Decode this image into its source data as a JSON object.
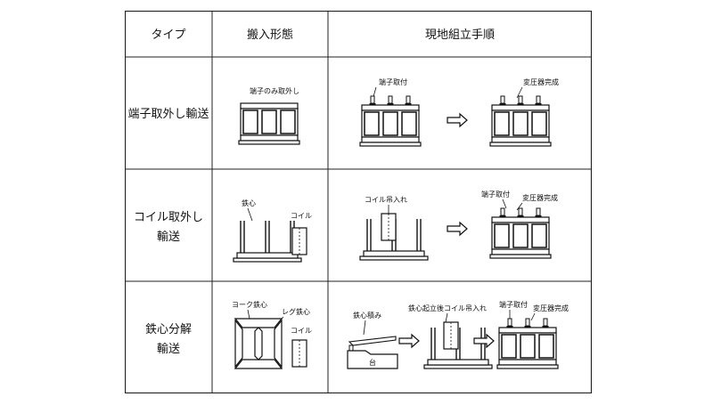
{
  "table": {
    "headers": {
      "type": "タイプ",
      "form": "搬入形態",
      "steps": "現地組立手順"
    },
    "rows": [
      {
        "type_line1": "端子取外し輸送",
        "form_labels": {
          "terminal_removed": "端子のみ取外し"
        },
        "step_labels": {
          "terminal_attach": "端子取付",
          "complete": "変圧器完成"
        }
      },
      {
        "type_line1": "コイル取外し",
        "type_line2": "輸送",
        "form_labels": {
          "core": "鉄心",
          "coil": "コイル"
        },
        "step_labels": {
          "coil_hoist": "コイル吊入れ",
          "terminal_attach": "端子取付",
          "complete": "変圧器完成"
        }
      },
      {
        "type_line1": "鉄心分解",
        "type_line2": "輸送",
        "form_labels": {
          "yoke_core": "ヨーク鉄心",
          "leg_core": "レグ鉄心",
          "coil": "コイル"
        },
        "step_labels": {
          "core_stack": "鉄心積み",
          "stand": "台",
          "raise_coil": "鉄心起立後コイル吊入れ",
          "terminal_attach": "端子取付",
          "complete": "変圧器完成"
        }
      }
    ]
  }
}
